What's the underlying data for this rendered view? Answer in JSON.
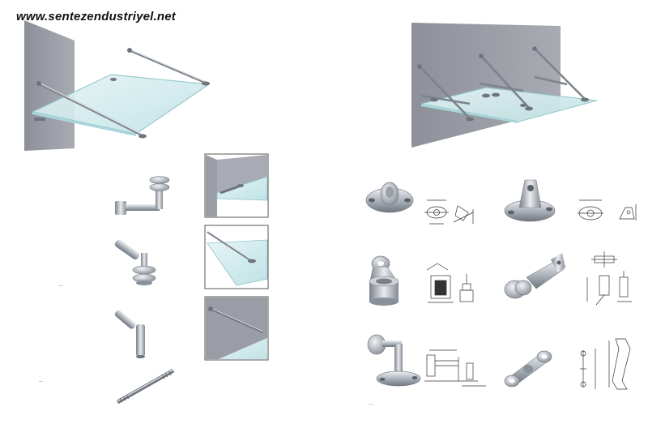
{
  "header": {
    "website": "www.sentezendustriyel.net"
  },
  "colors": {
    "wall": "#9b9da6",
    "wall_dark": "#7f828b",
    "glass": "#d2ecee",
    "glass_edge": "#8fc4c9",
    "steel": "#aab0b9",
    "steel_dark": "#6e747d",
    "steel_light": "#e4e7eb"
  },
  "products": {
    "left_column": [
      "wall-arm-glass-clamp",
      "angled-pivot-glass-clamp",
      "angled-wall-fitting",
      "threaded-tension-rod"
    ],
    "right_grid": [
      "round-swivel-plate",
      "fork-base-plate",
      "eye-sleeve-connector",
      "angled-bracket-glass-clamp",
      "wall-standoff-with-glass-disc",
      "two-arm-spider-fitting"
    ]
  }
}
